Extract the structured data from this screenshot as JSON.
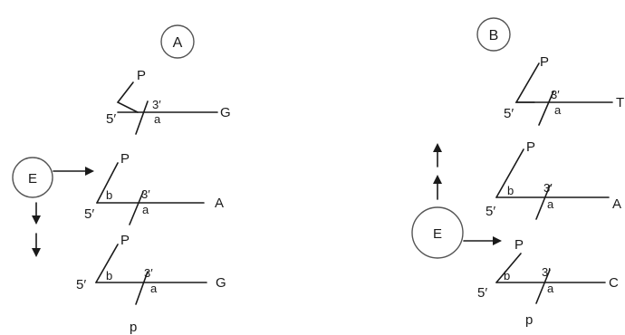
{
  "panels": [
    {
      "id": "A",
      "label": "A",
      "enzyme": "E",
      "units": [
        {
          "phosphate": "P",
          "five_prime": "5′",
          "three_prime": "3′",
          "a": "a",
          "b": "",
          "base": "G"
        },
        {
          "phosphate": "P",
          "five_prime": "5′",
          "three_prime": "3′",
          "a": "a",
          "b": "b",
          "base": "A"
        },
        {
          "phosphate": "P",
          "five_prime": "5′",
          "three_prime": "3′",
          "a": "a",
          "b": "b",
          "base": "G"
        }
      ],
      "bottom_p": "p"
    },
    {
      "id": "B",
      "label": "B",
      "enzyme": "E",
      "units": [
        {
          "phosphate": "P",
          "five_prime": "5′",
          "three_prime": "3′",
          "a": "a",
          "b": "",
          "base": "T"
        },
        {
          "phosphate": "P",
          "five_prime": "5′",
          "three_prime": "3′",
          "a": "a",
          "b": "b",
          "base": "A"
        },
        {
          "phosphate": "P",
          "five_prime": "5′",
          "three_prime": "3′",
          "a": "a",
          "b": "b",
          "base": "C"
        }
      ],
      "bottom_p": "p"
    }
  ],
  "colors": {
    "ink": "#1a1a1a",
    "circle_stroke": "#555555"
  }
}
